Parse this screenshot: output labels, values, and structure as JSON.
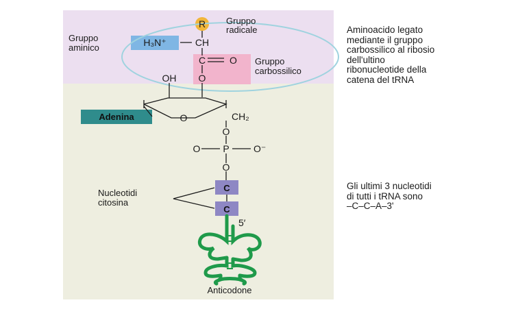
{
  "colors": {
    "top_band": "#ecdff0",
    "bottom_band": "#eeeee0",
    "amino_box": "#7fb6e4",
    "carboxyl_box": "#f2b4cc",
    "adenine_box": "#2f8c8c",
    "cytosine_box": "#8e87c4",
    "ellipse": "#9fd3df",
    "r_circle": "#f1b63a",
    "trna_loop": "#1f9a4a"
  },
  "icons": [
    "r-group-circle",
    "ribose-ring",
    "trna-cloverleaf"
  ],
  "labels": {
    "r_symbol": "R",
    "gruppo_radicale": [
      "Gruppo",
      "radicale"
    ],
    "gruppo_aminico": [
      "Gruppo",
      "aminico"
    ],
    "h3n": "H₃N⁺",
    "ch": "CH",
    "c_carboxyl": "C",
    "o_double": "O",
    "o_link": "O",
    "gruppo_carbossilico": [
      "Gruppo",
      "carbossilico"
    ],
    "oh": "OH",
    "adenina": "Adenina",
    "ring_o": "O",
    "ch2": "CH₂",
    "o_top": "O",
    "phosphate_left_o": "O",
    "phosphate_p": "P",
    "phosphate_right_o": "O⁻",
    "o_bottom": "O",
    "cytosine1": "C",
    "cytosine2": "C",
    "nucleotidi_citosina": [
      "Nucleotidi",
      "citosina"
    ],
    "five_prime": "5′",
    "anticodone": "Anticodone"
  },
  "side_notes": {
    "top": [
      "Aminoacido legato",
      "mediante il gruppo",
      "carbossilico al ribosio",
      "dell'ultino",
      "ribonucleotide della",
      "catena del tRNA"
    ],
    "bottom": [
      "Gli ultimi 3 nucleotidi",
      "di tutti i tRNA sono",
      "–C–C–A–3'"
    ]
  }
}
